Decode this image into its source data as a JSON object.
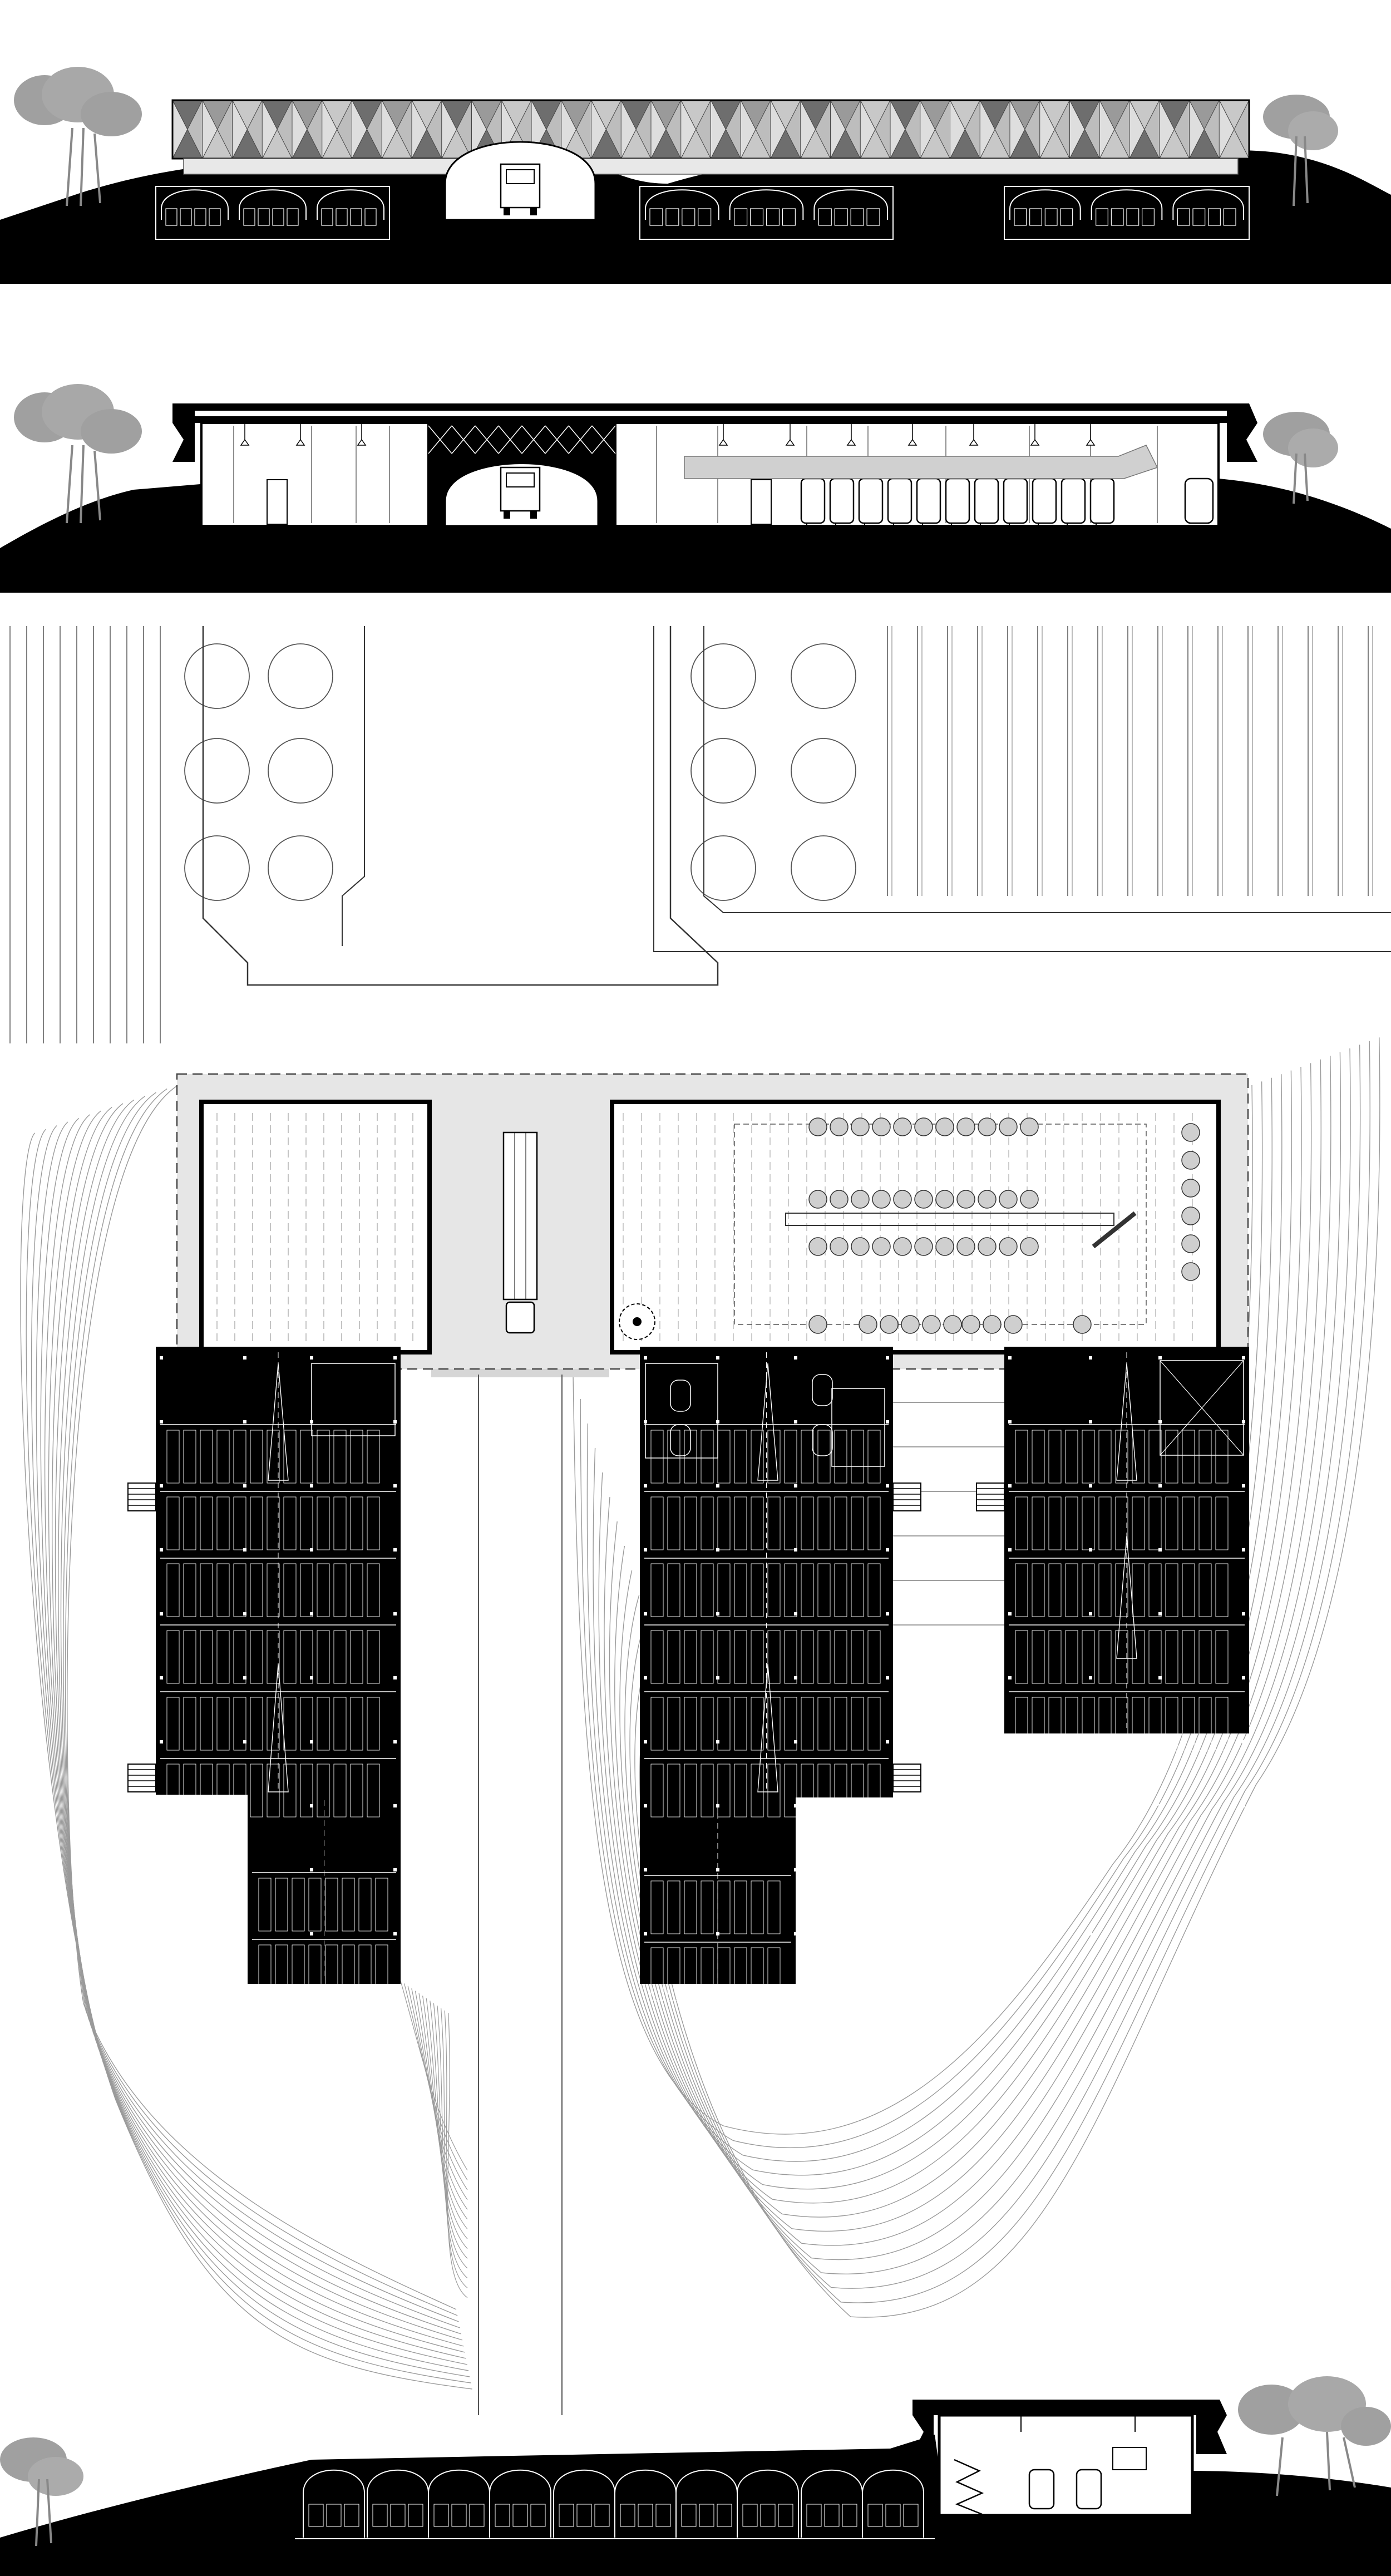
{
  "drawing": {
    "views": [
      "front-elevation",
      "longitudinal-section",
      "site-plan",
      "cross-section"
    ]
  },
  "colors": {
    "ink": "#000000",
    "paper": "#ffffff",
    "road": "#d9d9d9",
    "tree": "#9b9b9b",
    "facade_dark": "#6e6e6e",
    "facade_light": "#c8c8c8",
    "contour": "#9a9a9a",
    "line": "#111111"
  },
  "icons": [
    "tree-icon",
    "truck-icon",
    "tank-icon",
    "barrel-icon",
    "table-icon",
    "stair-icon"
  ]
}
